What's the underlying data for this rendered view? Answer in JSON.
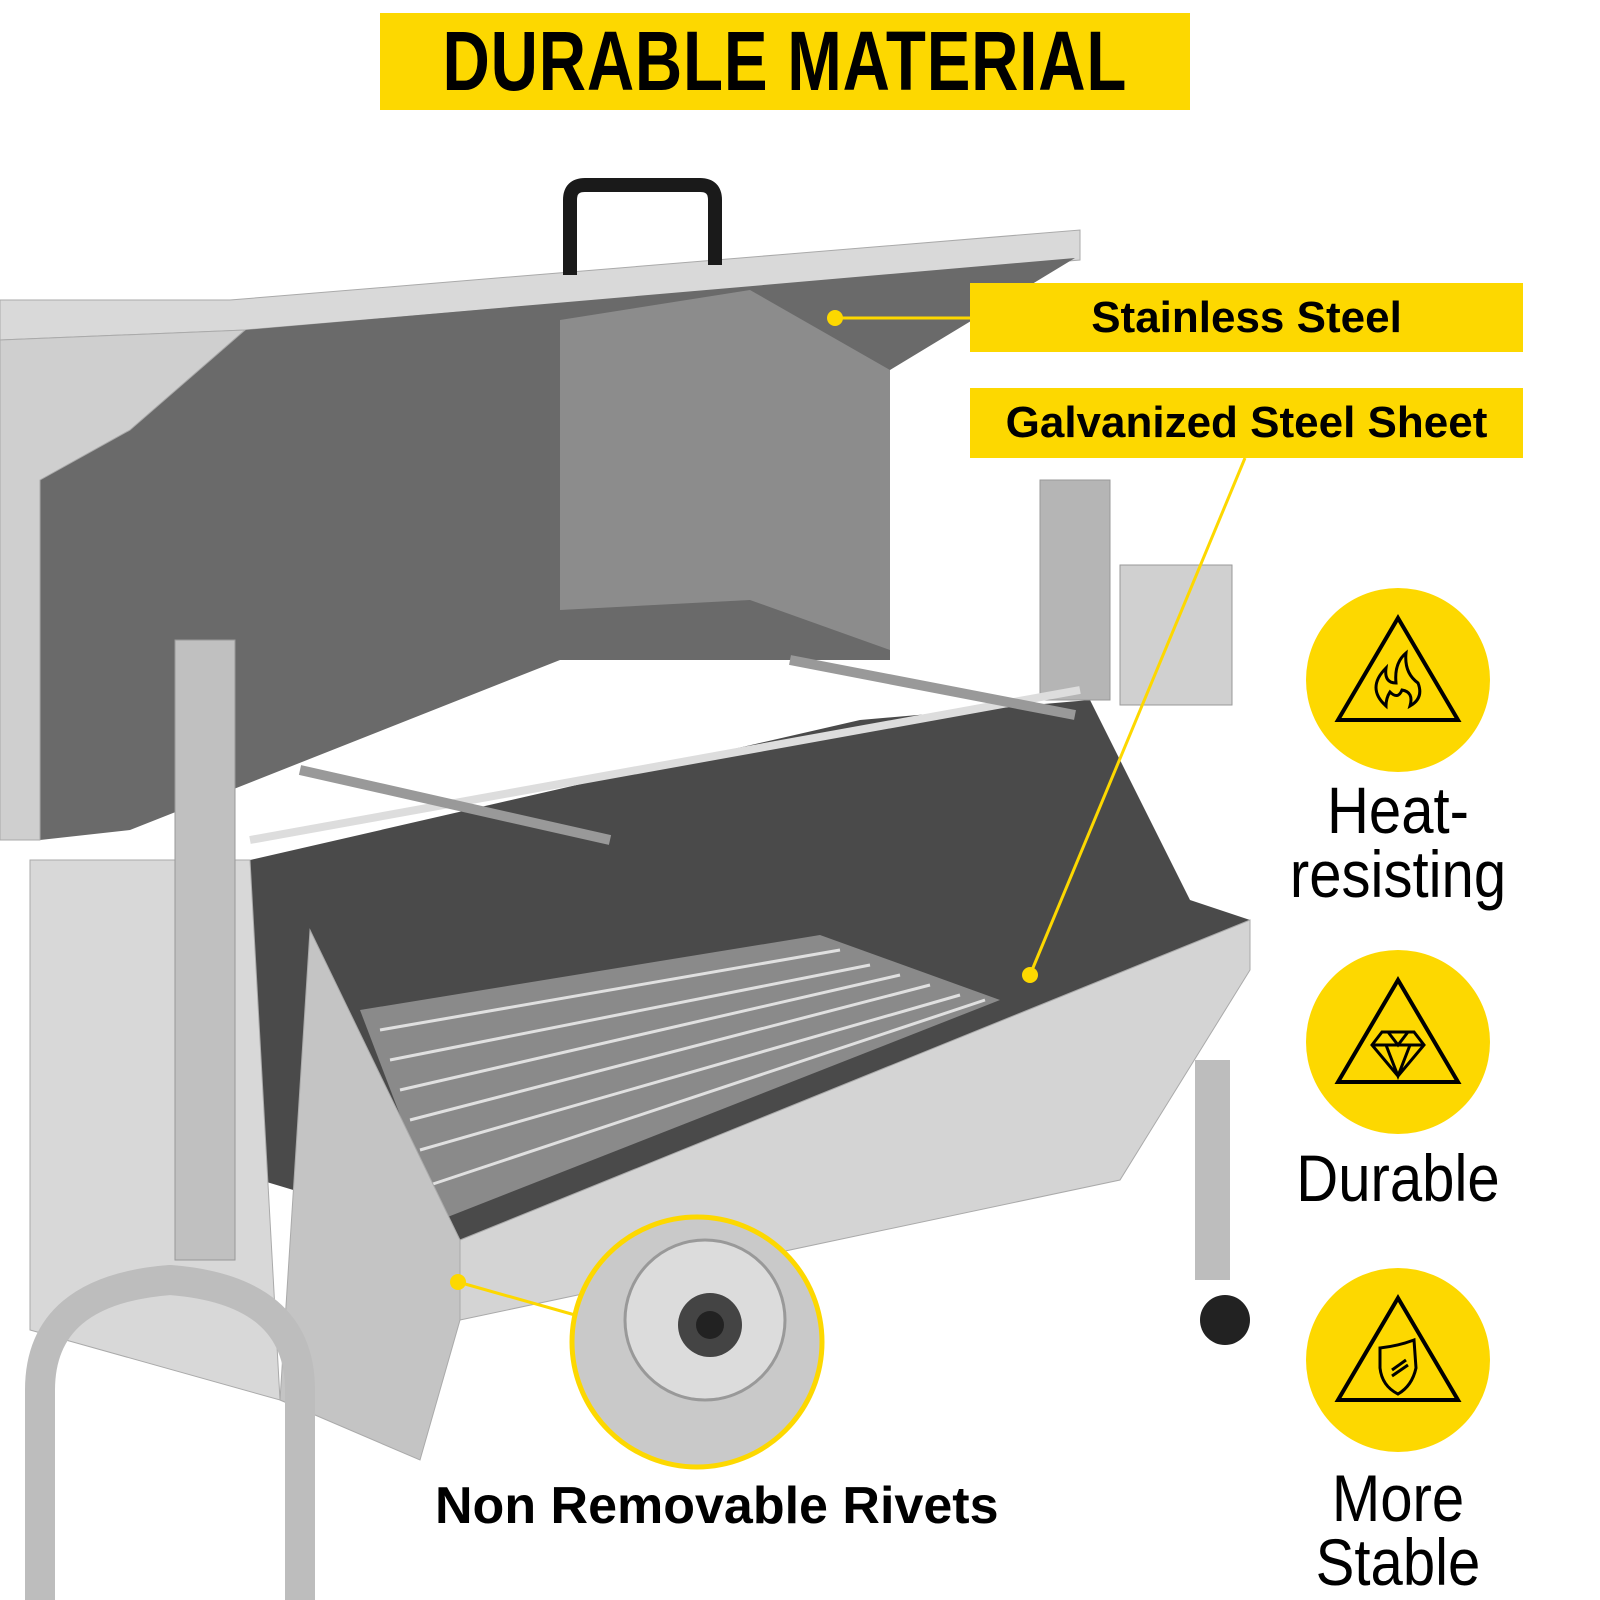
{
  "title": "DURABLE MATERIAL",
  "callouts": {
    "stainless": "Stainless Steel",
    "galvanized": "Galvanized Steel Sheet",
    "rivets": "Non Removable Rivets"
  },
  "features": [
    {
      "icon": "flame-icon",
      "line1": "Heat-",
      "line2": "resisting"
    },
    {
      "icon": "diamond-icon",
      "line1": "Durable"
    },
    {
      "icon": "shield-icon",
      "line1": "More Stable"
    }
  ],
  "colors": {
    "accent": "#FDD800",
    "steel": "#c8c8c8",
    "dark_steel": "#4a4a4a"
  }
}
